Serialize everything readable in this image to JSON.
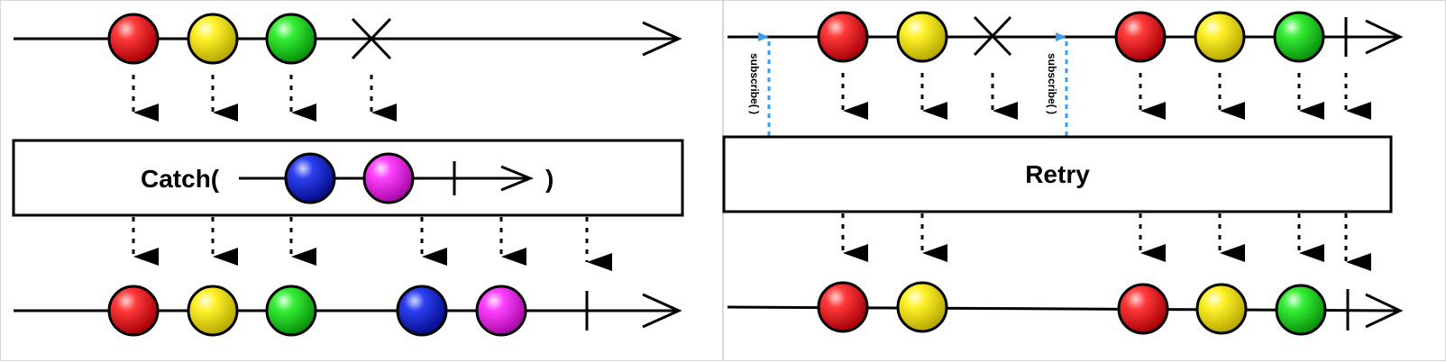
{
  "catch_panel": {
    "operator_label": "Catch(",
    "closing_paren": ")",
    "source_items": [
      "red",
      "yellow",
      "green"
    ],
    "source_terminal": "error",
    "fallback_items": [
      "blue",
      "magenta"
    ],
    "fallback_terminal": "completed",
    "output_items": [
      "red",
      "yellow",
      "green",
      "blue",
      "magenta"
    ],
    "output_terminal": "completed"
  },
  "retry_panel": {
    "operator_label": "Retry",
    "subscribe_label_1": "subscribe( )",
    "subscribe_label_2": "subscribe( )",
    "first_attempt_items": [
      "red",
      "yellow"
    ],
    "first_attempt_terminal": "error",
    "second_attempt_items": [
      "red",
      "yellow",
      "green"
    ],
    "second_attempt_terminal": "completed",
    "output_items": [
      "red",
      "yellow",
      "red",
      "yellow",
      "green"
    ],
    "output_terminal": "completed"
  },
  "colors": {
    "red": "#e8141a",
    "yellow": "#f5f010",
    "green": "#22d824",
    "blue": "#1428e0",
    "magenta": "#f01ef0",
    "subscribe_arrow": "#3a9bf0",
    "line": "#000000"
  }
}
